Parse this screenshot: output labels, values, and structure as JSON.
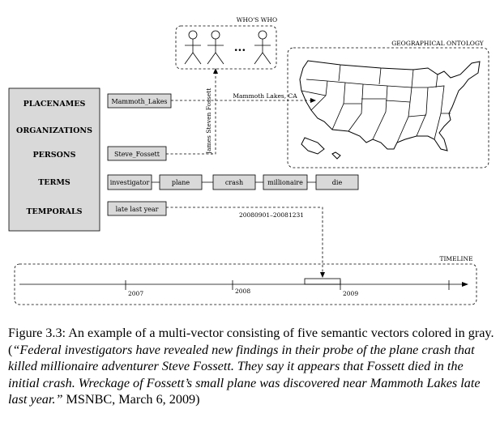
{
  "vectors": {
    "headers": [
      "PLACENAMES",
      "ORGANIZATIONS",
      "PERSONS",
      "TERMS",
      "TEMPORALS"
    ],
    "placenames": [
      "Mammoth_Lakes"
    ],
    "persons": [
      "Steve_Fossett"
    ],
    "terms": [
      "investigator",
      "plane",
      "crash",
      "millionaire",
      "die"
    ],
    "temporals": [
      "late last year"
    ]
  },
  "links": {
    "placename_label": "Mammoth Lakes, CA",
    "person_label": "James Steven Fossett",
    "temporal_label": "20080901–20081231"
  },
  "panels": {
    "whos_who": "WHO'S WHO",
    "whos_who_ellipsis": "...",
    "geo": "GEOGRAPHICAL ONTOLOGY",
    "timeline": "TIMELINE"
  },
  "timeline": {
    "ticks": [
      "2007",
      "2008",
      "2009"
    ]
  },
  "caption": {
    "prefix": "Figure 3.3: An example of a multi-vector consisting of five semantic vectors colored in gray. (",
    "quote": "“Federal investigators have revealed new findings in their probe of the plane crash that killed millionaire adventurer Steve Fossett. They say it appears that Fossett died in the initial crash.  Wreckage of Fossett’s small plane was discovered near Mammoth Lakes late last year.”",
    "suffix": " MSNBC, March 6, 2009)"
  }
}
